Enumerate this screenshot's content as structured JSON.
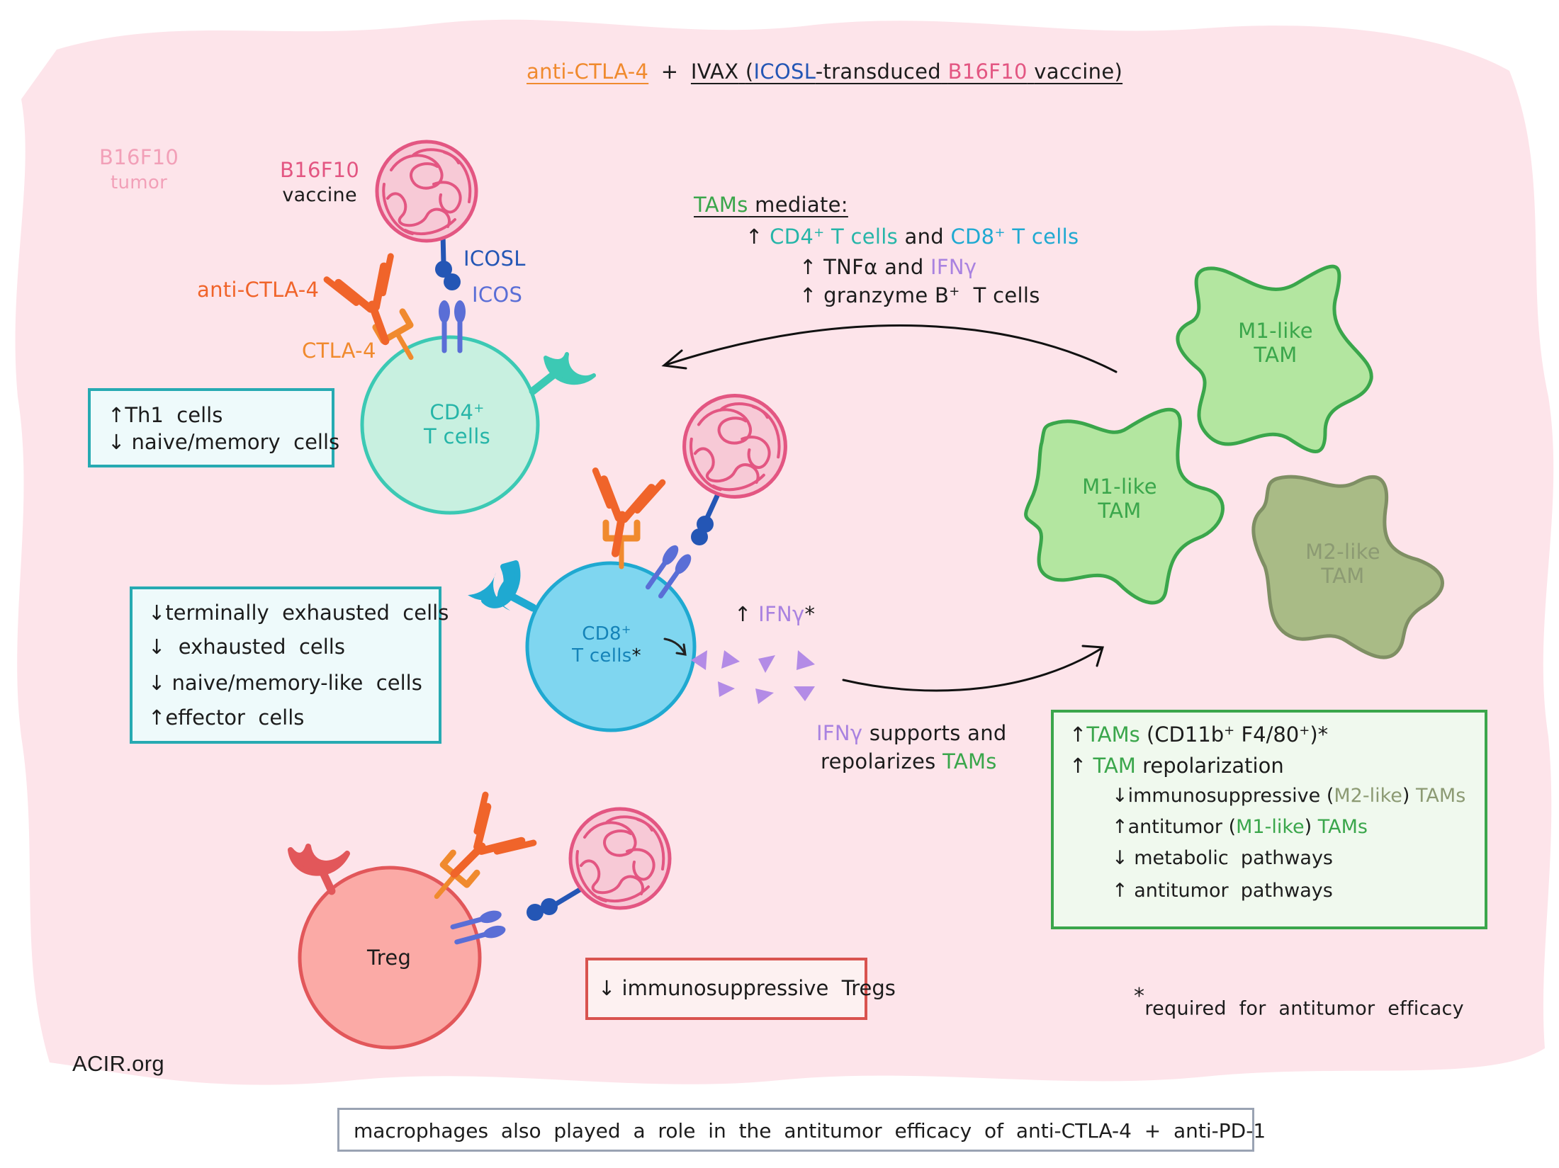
{
  "title": {
    "anti_ctla4": "anti-CTLA-4",
    "plus": "+",
    "ivax": "IVAX",
    "paren_open": "(",
    "icosl": "ICOSL",
    "transduced": "-transduced",
    "b16f10": "B16F10",
    "vaccine": "vaccine)"
  },
  "tumor_label": {
    "line1": "B16F10",
    "line2": "tumor"
  },
  "vaccine_label": {
    "line1": "B16F10",
    "line2": "vaccine"
  },
  "receptors": {
    "icosl": "ICOSL",
    "icos": "ICOS",
    "anti_ctla4": "anti-CTLA-4",
    "ctla4": "CTLA-4"
  },
  "cells": {
    "cd4": {
      "line1": "CD4",
      "sup": "+",
      "line2": "T cells"
    },
    "cd8": {
      "line1": "CD8",
      "sup": "+",
      "line2": "T cells",
      "star": "*"
    },
    "treg": "Treg",
    "m1_top": {
      "line1": "M1-like",
      "line2": "TAM"
    },
    "m1_mid": {
      "line1": "M1-like",
      "line2": "TAM"
    },
    "m2": {
      "line1": "M2-like",
      "line2": "TAM"
    }
  },
  "tam_mediate": {
    "heading_tams": "TAMs",
    "heading_rest": " mediate:",
    "l1_arrow": "↑",
    "l1_cd4": "CD4",
    "l1_cd4_sup": "+",
    "l1_tcells1": " T cells",
    "l1_and": " and ",
    "l1_cd8": "CD8",
    "l1_cd8_sup": "+",
    "l1_tcells2": " T cells",
    "l2_arrow": "↑",
    "l2_tnf": "TNFα and ",
    "l2_ifn": "IFNγ",
    "l3_arrow": "↑",
    "l3_text": "granzyme B",
    "l3_sup": "+",
    "l3_text2": "  T cells"
  },
  "ifn": {
    "arrow": "↑",
    "label": "IFNγ",
    "star": "*",
    "support_ifn": "IFNγ",
    "support_rest": " supports and",
    "support_l2": "repolarizes ",
    "support_tams": "TAMs"
  },
  "boxes": {
    "cd4_box": [
      {
        "arrow": "↑",
        "text": "Th1  cells"
      },
      {
        "arrow": "↓",
        "text": "naive/memory  cells"
      }
    ],
    "cd8_box": [
      {
        "arrow": "↓",
        "text": "terminally  exhausted  cells"
      },
      {
        "arrow": "↓",
        "text": " exhausted  cells"
      },
      {
        "arrow": "↓",
        "text": "naive/memory-like  cells"
      },
      {
        "arrow": "↑",
        "text": "effector  cells"
      }
    ],
    "treg_box": {
      "arrow": "↓",
      "text": "immunosuppressive  Tregs"
    },
    "tam_box": {
      "l1_arrow": "↑",
      "l1_tams": "TAMs",
      "l1_rest": " (CD11b",
      "l1_sup1": "+",
      "l1_rest2": " F4/80",
      "l1_sup2": "+",
      "l1_rest3": ")*",
      "l2_arrow": "↑",
      "l2_tam": "TAM",
      "l2_rest": " repolarization",
      "l3_arrow": "↓",
      "l3_text": "immunosuppressive (",
      "l3_m2": "M2-like",
      "l3_close": ") ",
      "l3_tams": "TAMs",
      "l4_arrow": "↑",
      "l4_text": "antitumor (",
      "l4_m1": "M1-like",
      "l4_close": ") ",
      "l4_tams": "TAMs",
      "l5_arrow": "↓",
      "l5_text": "metabolic  pathways",
      "l6_arrow": "↑",
      "l6_text": "antitumor  pathways"
    }
  },
  "footnote": {
    "star": "*",
    "text": "required  for  antitumor  efficacy"
  },
  "credit": "ACIR.org",
  "bottom_note": "macrophages  also  played  a  role  in  the  antitumor  efficacy  of  anti-CTLA-4  +  anti-PD-1",
  "colors": {
    "background_blob": "#fde4ea",
    "orange": "#f08a2e",
    "dark_orange": "#f0642a",
    "blue": "#2456b5",
    "periwinkle": "#5a6ed6",
    "pink_tumor": "#e35682",
    "cd4_fill": "#c8f0e0",
    "cd4_stroke": "#3cc9b4",
    "cd8_fill": "#7fd6f0",
    "cd8_stroke": "#1fa9d1",
    "treg_fill": "#fbaaa6",
    "treg_stroke": "#e2575a",
    "m1_fill": "#b3e6a0",
    "m1_stroke": "#3aa64b",
    "m2_fill": "#a9bb86",
    "m2_stroke": "#7f8f64",
    "ifn_purple": "#b38be6",
    "teal_box": "#26aab2",
    "red_box": "#d9534f",
    "green_box": "#3aa64b",
    "grey_box": "#9aa3b3"
  },
  "icons": [
    "tumor-cell-icon",
    "antibody-icon",
    "icosl-receptor-icon",
    "icos-receptor-icon",
    "ctla4-receptor-icon",
    "ifn-triangle-icon"
  ]
}
